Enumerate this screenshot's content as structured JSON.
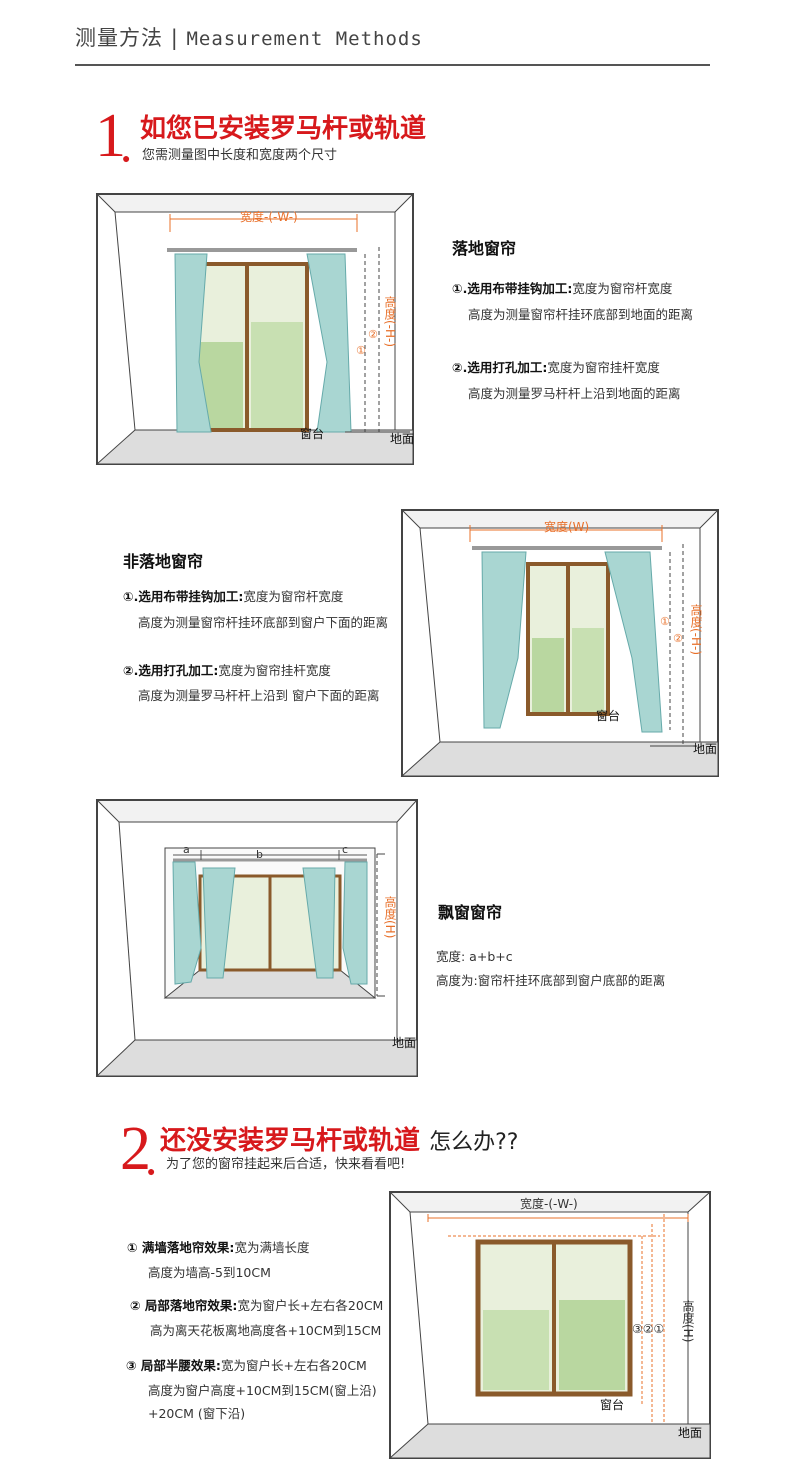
{
  "header": {
    "title_cn": "测量方法",
    "divider": "|",
    "title_en": "Measurement Methods"
  },
  "section1": {
    "number": "1",
    "title": "如您已安装罗马杆或轨道",
    "subtitle": "您需测量图中长度和宽度两个尺寸"
  },
  "diagram1": {
    "width_label": "宽度-(-W-)",
    "height_label": "高度(-H-)",
    "mark1": "①",
    "mark2": "②",
    "sill": "窗台",
    "floor": "地面",
    "title": "落地窗帘",
    "o1_head": "①.选用布带挂钩加工:",
    "o1_text": "宽度为窗帘杆宽度",
    "o1_line2": "高度为测量窗帘杆挂环底部到地面的距离",
    "o2_head": "②.选用打孔加工:",
    "o2_text": "宽度为窗帘挂杆宽度",
    "o2_line2": "高度为测量罗马杆杆上沿到地面的距离"
  },
  "diagram2": {
    "width_label": "宽度(W)",
    "height_label": "高度(-H-)",
    "mark1": "①",
    "mark2": "②",
    "sill": "窗台",
    "floor": "地面",
    "title": "非落地窗帘",
    "o1_head": "①.选用布带挂钩加工:",
    "o1_text": "宽度为窗帘杆宽度",
    "o1_line2": "高度为测量窗帘杆挂环底部到窗户下面的距离",
    "o2_head": "②.选用打孔加工:",
    "o2_text": "宽度为窗帘挂杆宽度",
    "o2_line2": "高度为测量罗马杆杆上沿到 窗户下面的距离"
  },
  "diagram3": {
    "a": "a",
    "b": "b",
    "c": "c",
    "height_label": "高度(H)",
    "floor": "地面",
    "title": "飘窗窗帘",
    "line1": "宽度: a+b+c",
    "line2": "高度为:窗帘杆挂环底部到窗户底部的距离"
  },
  "section2": {
    "number": "2",
    "title": "还没安装罗马杆或轨道",
    "title_tail": "怎么办??",
    "subtitle": "为了您的窗帘挂起来后合适，快来看看吧!"
  },
  "diagram4": {
    "width_label": "宽度-(-W-)",
    "height_label": "高度(H)",
    "marks": "③②①",
    "sill": "窗台",
    "floor": "地面",
    "o1_head": "① 满墙落地帘效果:",
    "o1_text": "宽为满墙长度",
    "o1_line2": "高度为墙高-5到10CM",
    "o2_head": "② 局部落地帘效果:",
    "o2_text": "宽为窗户长+左右各20CM",
    "o2_line2": "高为离天花板离地高度各+10CM到15CM",
    "o3_head": "③ 局部半腰效果:",
    "o3_text": "宽为窗户长+左右各20CM",
    "o3_line2": "高度为窗户高度+10CM到15CM(窗上沿)",
    "o3_line3": "+20CM (窗下沿)"
  },
  "colors": {
    "accent": "#d7191c",
    "measure": "#e8702a",
    "curtain": "#a9d6d2",
    "frame": "#8a5a2b"
  }
}
